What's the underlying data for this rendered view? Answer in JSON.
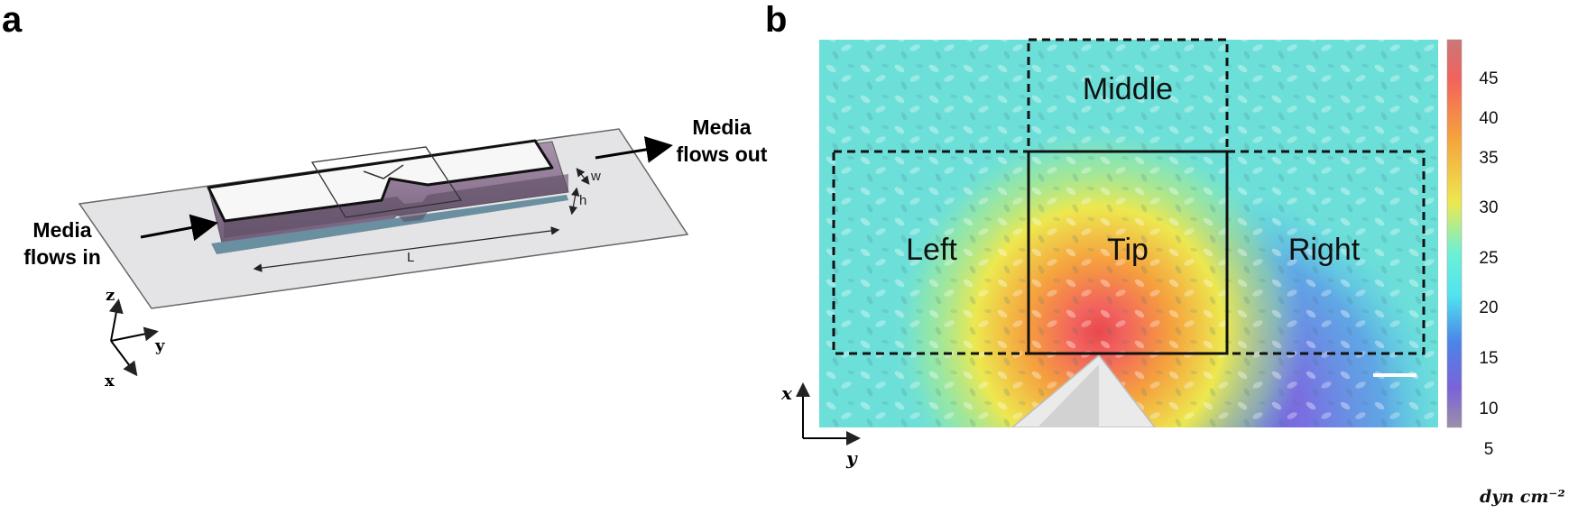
{
  "panel_a": {
    "label": "a",
    "inflow_text_line1": "Media",
    "inflow_text_line2": "flows in",
    "outflow_text_line1": "Media",
    "outflow_text_line2": "flows out",
    "dim_length": "L",
    "dim_width": "w",
    "dim_height": "h",
    "axis_z": "z",
    "axis_y": "y",
    "axis_x": "x",
    "colors": {
      "channel_side": "#8c7290",
      "slide": "#e4e4e6",
      "channel_top": "#f7f7f7"
    }
  },
  "panel_b": {
    "label": "b",
    "regions": {
      "middle": "Middle",
      "left": "Left",
      "tip": "Tip",
      "right": "Right"
    },
    "axis_x": "x",
    "axis_y": "y",
    "colorbar": {
      "ticks": [
        "45",
        "40",
        "35",
        "30",
        "25",
        "20",
        "15",
        "10",
        "5"
      ],
      "unit": "dyn cm⁻²",
      "colors": [
        "#c87878",
        "#f2625e",
        "#f5a13e",
        "#ede84f",
        "#6ef0d7",
        "#51e3ef",
        "#4c84e8",
        "#7a63d8",
        "#9d8ea8"
      ]
    }
  }
}
